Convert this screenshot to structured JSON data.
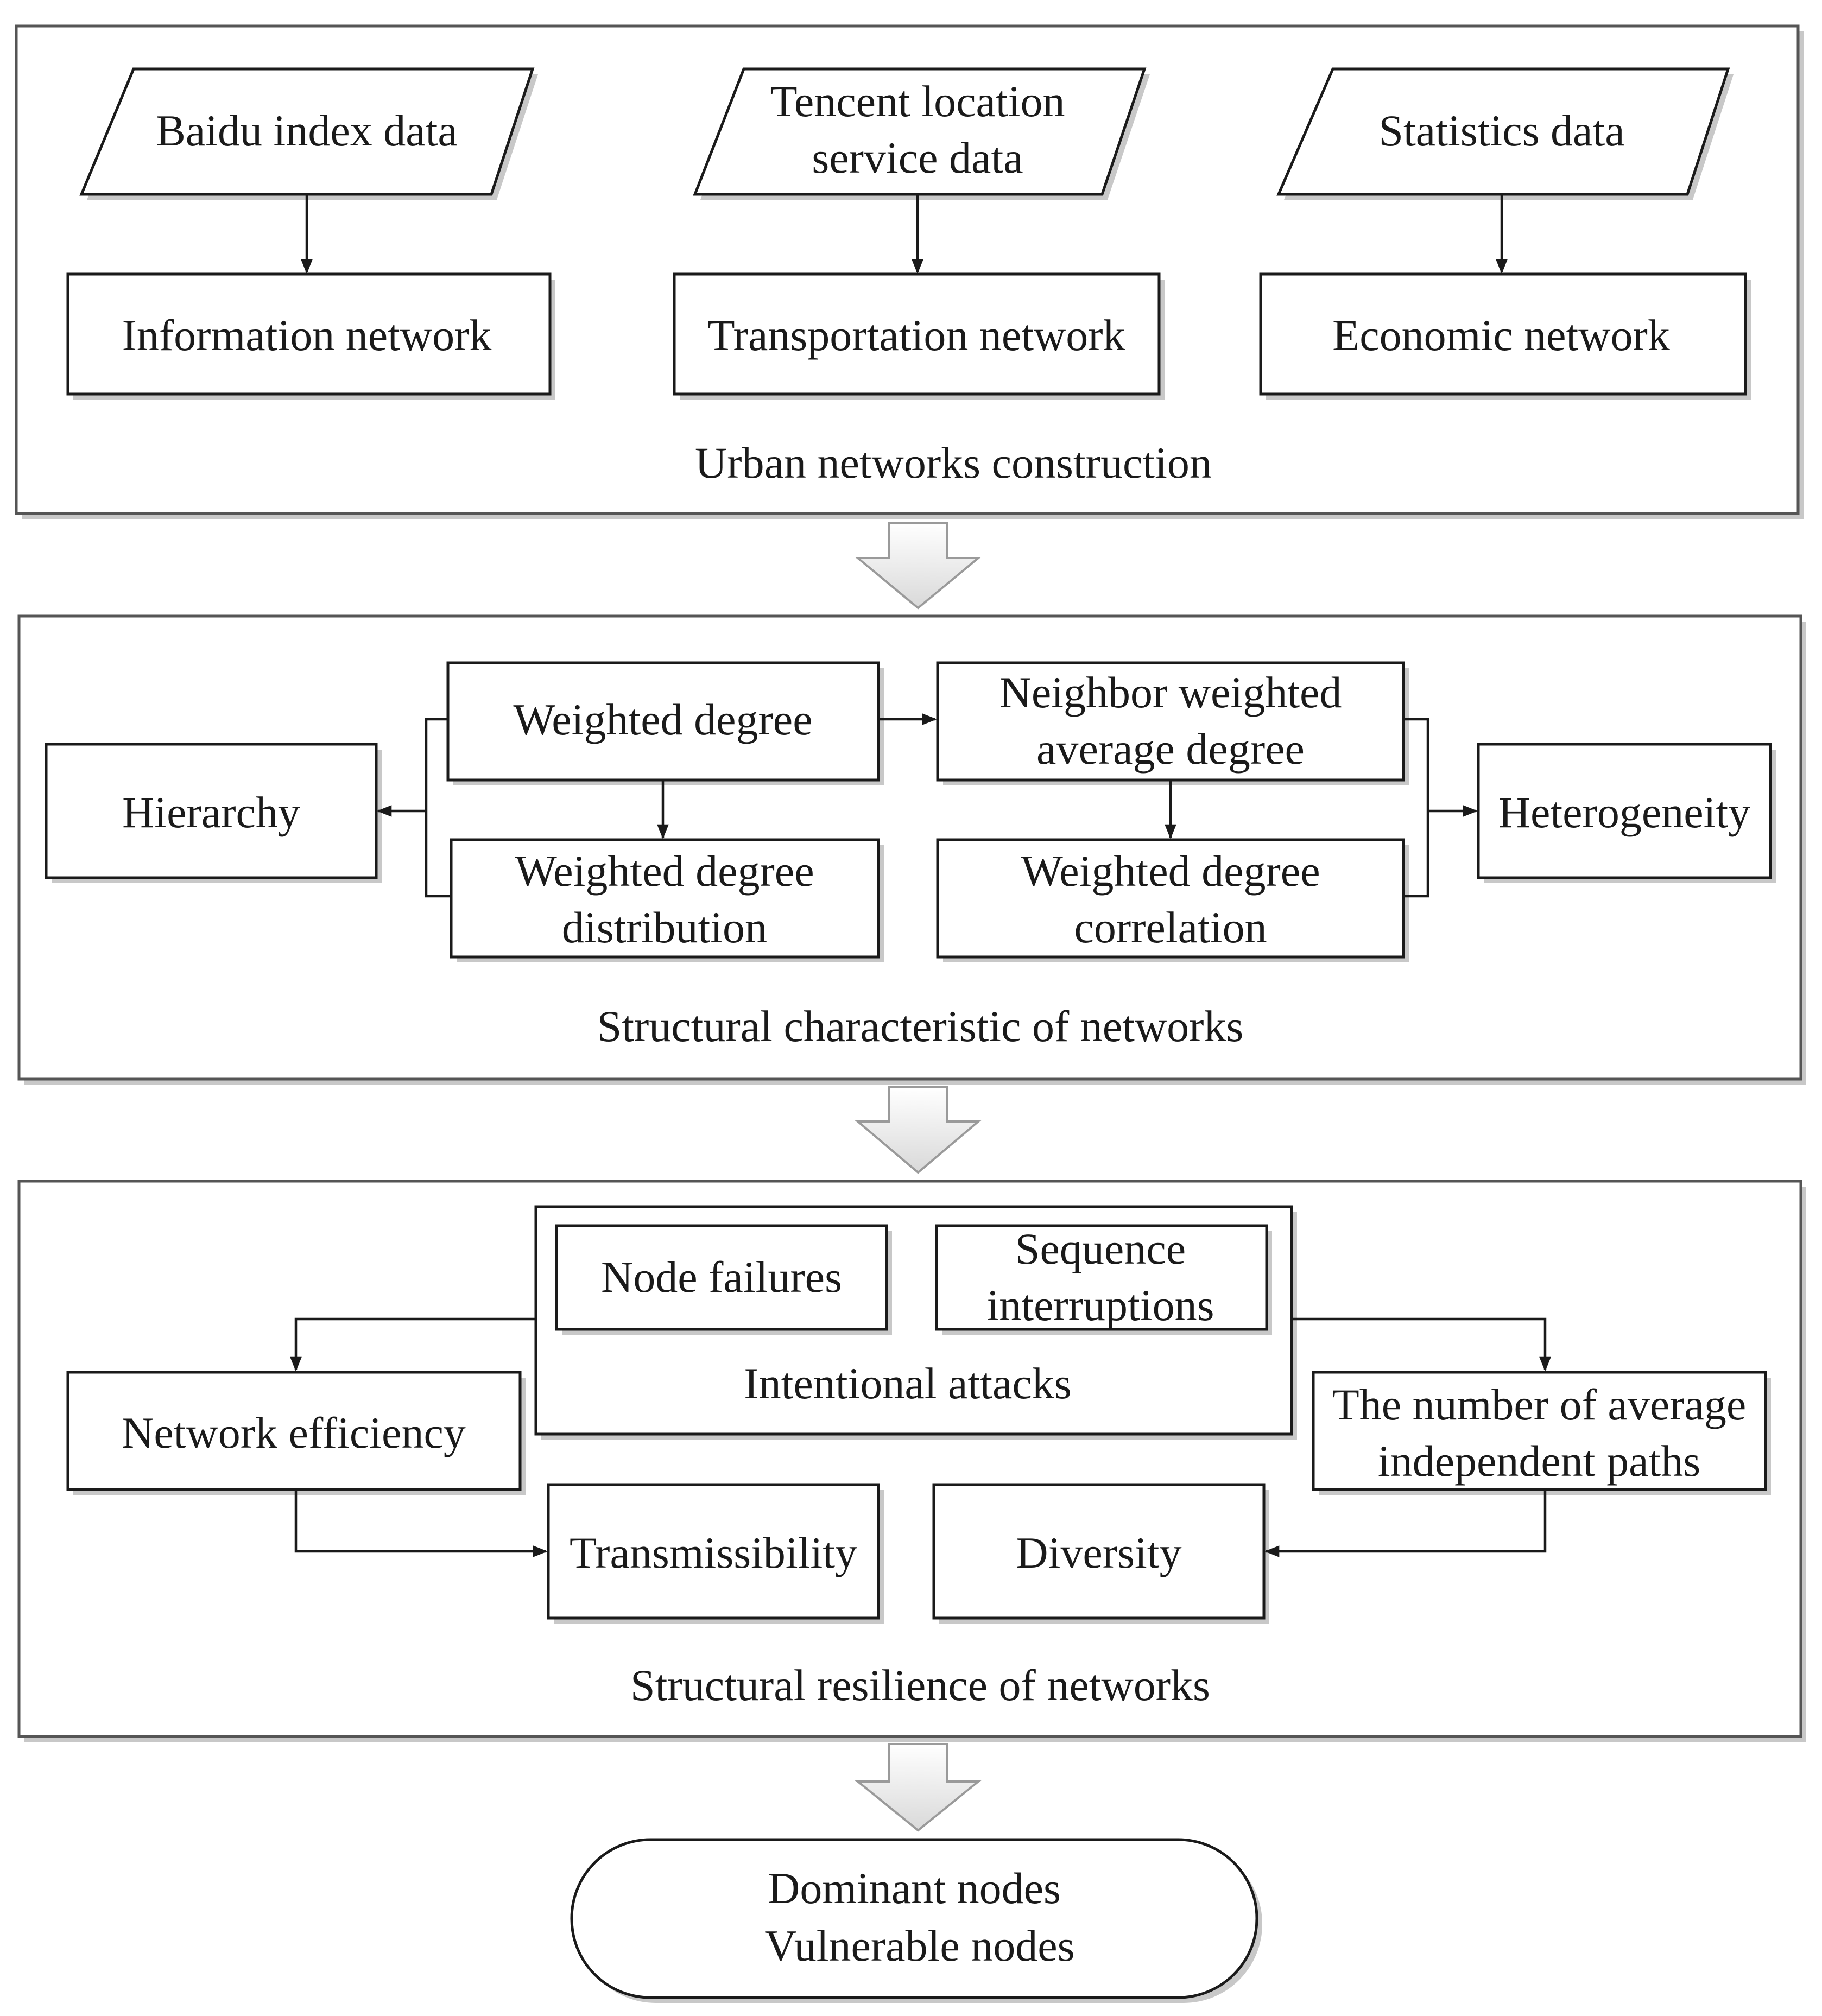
{
  "diagram": {
    "sections": {
      "construction": {
        "title": "Urban networks construction",
        "sources": [
          "Baidu index data",
          [
            "Tencent location",
            "service data"
          ],
          "Statistics data"
        ],
        "networks": [
          "Information network",
          "Transportation network",
          "Economic network"
        ]
      },
      "structural": {
        "title": "Structural characteristic  of  networks",
        "hierarchy": "Hierarchy",
        "weighted_degree": "Weighted degree",
        "weighted_degree_distribution": [
          "Weighted degree",
          "distribution"
        ],
        "neighbor_weighted_average_degree": [
          "Neighbor weighted",
          "average degree"
        ],
        "weighted_degree_correlation": [
          "Weighted degree",
          "correlation"
        ],
        "heterogeneity": "Heterogeneity"
      },
      "resilience": {
        "title": "Structural resilience of networks",
        "attacks_title": "Intentional attacks",
        "node_failures": "Node failures",
        "sequence_interruptions": [
          "Sequence",
          "interruptions"
        ],
        "network_efficiency": "Network efficiency",
        "independent_paths": [
          "The number of average",
          "independent paths"
        ],
        "transmissibility": "Transmissibility",
        "diversity": "Diversity"
      }
    },
    "outcome": [
      "Dominant nodes",
      "Vulnerable nodes"
    ]
  }
}
